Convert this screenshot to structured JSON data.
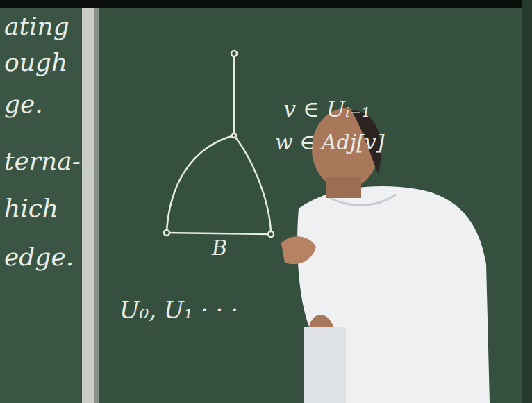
{
  "diagram": {
    "labels": [
      "ating",
      "ough",
      "ge.",
      "terna-",
      "hich",
      "edge.",
      "B",
      "v ∈ Uᵢ₋₁",
      "w ∈ Adj[v]",
      "U₀, U₁ · · ·"
    ]
  }
}
